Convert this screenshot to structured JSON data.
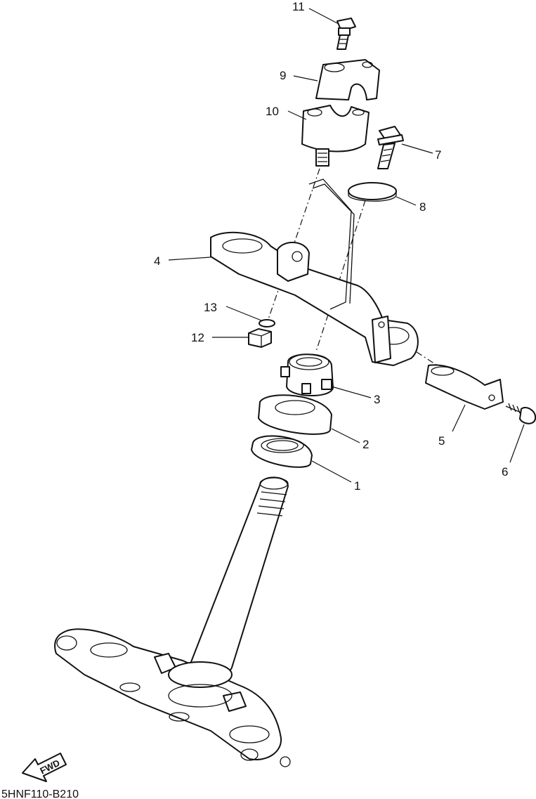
{
  "callouts": [
    {
      "id": "1",
      "text": "1"
    },
    {
      "id": "2",
      "text": "2"
    },
    {
      "id": "3",
      "text": "3"
    },
    {
      "id": "4",
      "text": "4"
    },
    {
      "id": "5",
      "text": "5"
    },
    {
      "id": "6",
      "text": "6"
    },
    {
      "id": "7",
      "text": "7"
    },
    {
      "id": "8",
      "text": "8"
    },
    {
      "id": "9",
      "text": "9"
    },
    {
      "id": "10",
      "text": "10"
    },
    {
      "id": "11",
      "text": "11"
    },
    {
      "id": "12",
      "text": "12"
    },
    {
      "id": "13",
      "text": "13"
    }
  ],
  "fwd_label": "FWD",
  "diagram_code": "5HNF110-B210"
}
